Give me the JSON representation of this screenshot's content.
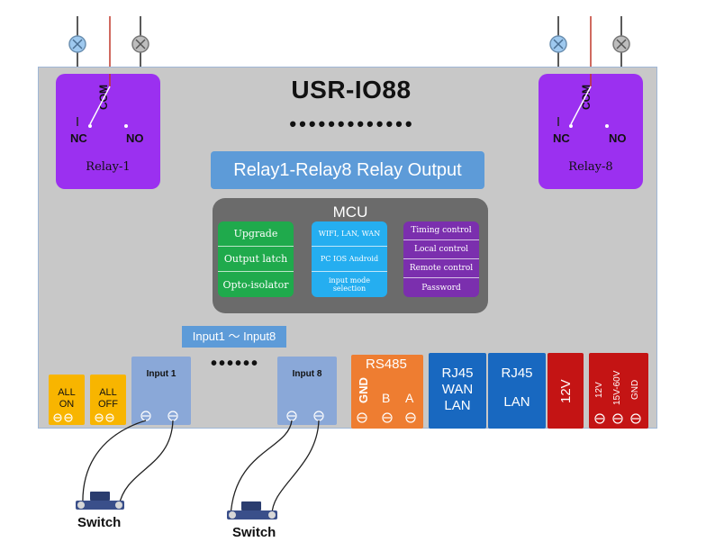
{
  "title": "USR-IO88",
  "dots_top": "•••••••••••••",
  "relays": [
    {
      "label": "Relay-1",
      "nc": "NC",
      "no": "NO",
      "com": "COM"
    },
    {
      "label": "Relay-8",
      "nc": "NC",
      "no": "NO",
      "com": "COM"
    }
  ],
  "banner": "Relay1-Relay8 Relay Output",
  "mcu": {
    "title": "MCU",
    "green": [
      "Upgrade",
      "Output latch",
      "Opto-isolator"
    ],
    "blue": [
      "WIFI, LAN, WAN",
      "PC IOS Android",
      "input mode selection"
    ],
    "purple": [
      "Timing control",
      "Local control",
      "Remote control",
      "Password"
    ]
  },
  "input_range": "Input1 ～ Input8",
  "dots_inputs": "••••••",
  "buttons": [
    {
      "line1": "ALL",
      "line2": "ON"
    },
    {
      "line1": "ALL",
      "line2": "OFF"
    }
  ],
  "inputs": [
    "Input 1",
    "Input 8"
  ],
  "rs485": {
    "title": "RS485",
    "gnd": "GND",
    "a": "A",
    "b": "B"
  },
  "rj45": [
    {
      "line1": "RJ45",
      "line2": "WAN",
      "line3": "LAN"
    },
    {
      "line1": "RJ45",
      "line2": "LAN",
      "line3": ""
    }
  ],
  "power": {
    "v12": "12V",
    "v12_small": "12V",
    "range": "15V-60V",
    "gnd": "GND"
  },
  "switches": [
    "Switch",
    "Switch"
  ]
}
